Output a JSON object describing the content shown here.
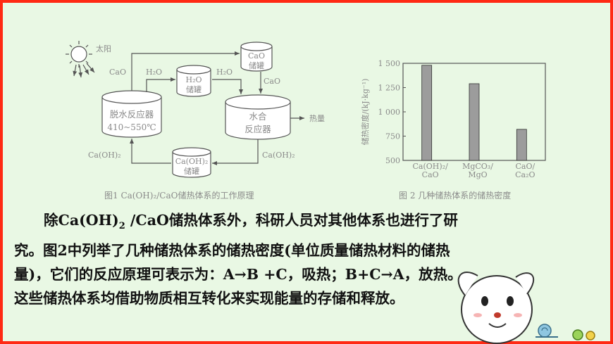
{
  "figure1": {
    "caption": "图1 Ca(OH)₂/CaO储热体系的工作原理",
    "sun_label": "太阳",
    "dehydration_reactor": "脱水反应器",
    "dehydration_temp": "410~550℃",
    "h2o_tank_line1": "H₂O",
    "h2o_tank_line2": "储罐",
    "cao_tank_line1": "CaO",
    "cao_tank_line2": "储罐",
    "hydration_reactor_line1": "水合",
    "hydration_reactor_line2": "反应器",
    "caoh2_tank_line1": "Ca(OH)₂",
    "caoh2_tank_line2": "储罐",
    "heat_label": "热量",
    "flow_cao_left": "CaO",
    "flow_h2o_1": "H₂O",
    "flow_h2o_2": "H₂O",
    "flow_cao_right": "CaO",
    "flow_caoh2_left": "Ca(OH)₂",
    "flow_caoh2_right": "Ca(OH)₂"
  },
  "figure2": {
    "caption": "图 2 几种储热体系的储热密度"
  },
  "chart_data": {
    "type": "bar",
    "title": "",
    "ylabel": "储热密度/(kJ·kg⁻¹)",
    "xlabel": "",
    "ylim": [
      500,
      1500
    ],
    "yticks": [
      "500",
      "750",
      "1 000",
      "1 250",
      "1 500"
    ],
    "ytick_values": [
      500,
      750,
      1000,
      1250,
      1500
    ],
    "categories": [
      [
        "Ca(OH)₂/",
        "CaO"
      ],
      [
        "MgCO₃/",
        "MgO"
      ],
      [
        "CaO/",
        "Ca₂O"
      ]
    ],
    "values": [
      1480,
      1290,
      820
    ],
    "grid": false,
    "bar_color": "#9c9c9c"
  },
  "paragraph": {
    "line1a": "除Ca(OH)",
    "line1sub": "2",
    "line1b": " /CaO储热体系外，科研人员对其他体系也进行了研",
    "line2": "究。图2中列举了几种储热体系的储热密度(单位质量储热材料的储热",
    "line3": "量)，它们的反应原理可表示为：A→B +C，吸热；B+C→A，放热。",
    "line4": "这些储热体系均借助物质相互转化来实现能量的存储和释放。"
  },
  "colors": {
    "frame": "#ff2a14",
    "background": "#e9f8e4",
    "figure_gray": "#8a8a8a"
  }
}
